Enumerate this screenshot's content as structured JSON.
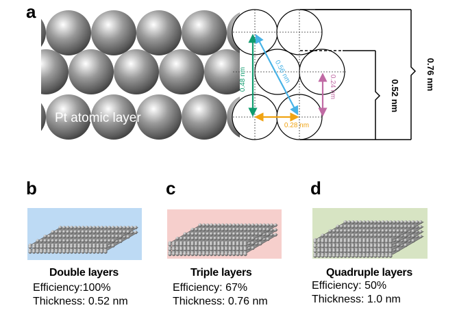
{
  "panel_a": {
    "letter": "a",
    "atomic_layer_label": "Pt atomic layer",
    "distances": {
      "green": "0.48 nm",
      "blue": "0.56 nm",
      "orange": "0.28 nm",
      "pink": "0.24 nm"
    },
    "bracket_outer": "0.76 nm",
    "bracket_inner": "0.52 nm",
    "colors": {
      "green": "#0f9b6e",
      "blue": "#47b2e6",
      "orange": "#f0a312",
      "pink": "#c06aa4"
    }
  },
  "panels": [
    {
      "letter": "b",
      "title": "Double layers",
      "efficiency": "Efficiency:100%",
      "thickness": "Thickness:  0.52 nm",
      "background": "#bddaf4",
      "layers": 2
    },
    {
      "letter": "c",
      "title": "Triple layers",
      "efficiency": "Efficiency: 67%",
      "thickness": "Thickness: 0.76 nm",
      "background": "#f6cfcc",
      "layers": 3
    },
    {
      "letter": "d",
      "title": "Quadruple layers",
      "efficiency": "Efficiency: 50%",
      "thickness": "Thickness: 1.0 nm",
      "background": "#d7e4c3",
      "layers": 4
    }
  ]
}
